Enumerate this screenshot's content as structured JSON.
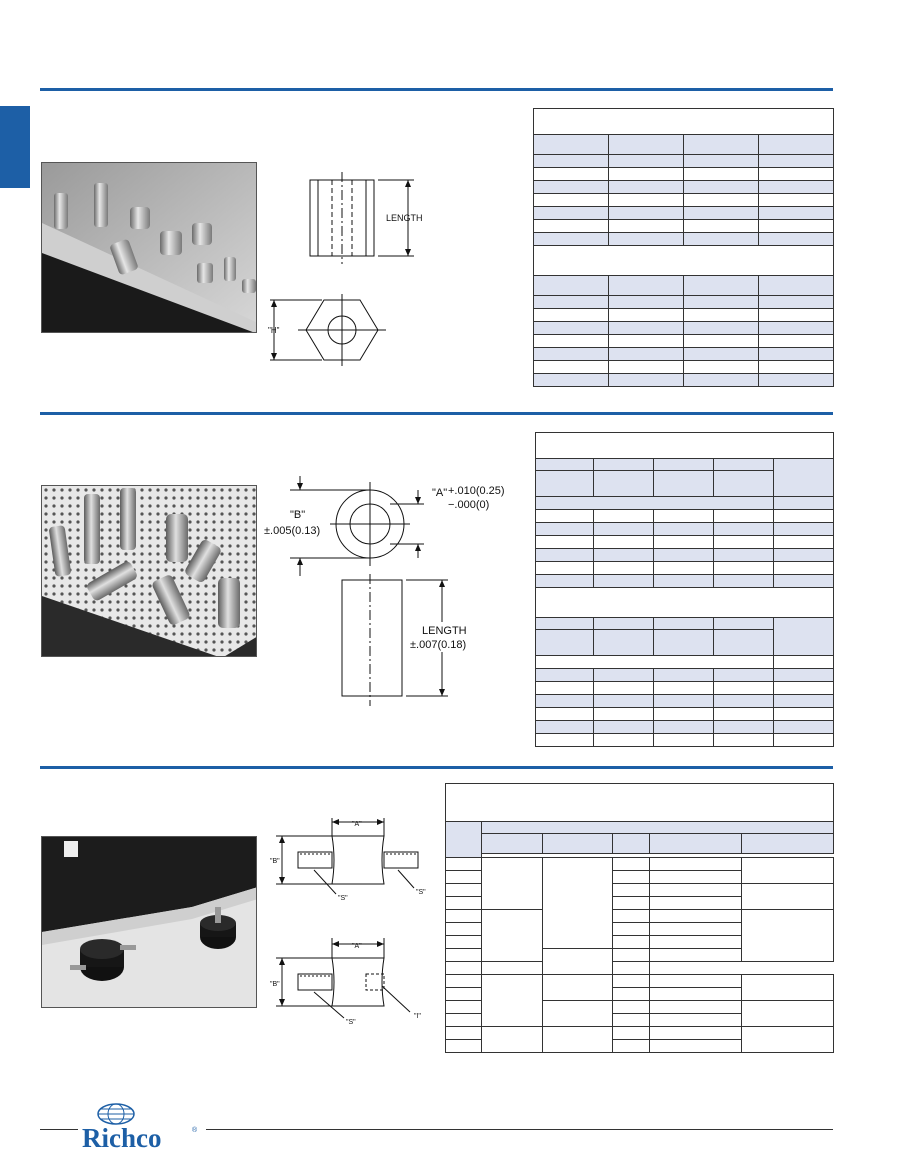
{
  "brand": {
    "name": "Richco",
    "registered_mark": "®",
    "color": "#1d5fa6"
  },
  "colors": {
    "rule": "#1d5fa6",
    "table_shade": "#dde2f0"
  },
  "section1": {
    "diagram": {
      "length_label": "LENGTH",
      "h_label": "\"H\""
    }
  },
  "section2": {
    "diagram": {
      "a_label": "\"A\"",
      "a_tol_plus": "+.010(0.25)",
      "a_tol_minus": "−.000(0)",
      "b_label": "\"B\"",
      "b_tol": "±.005(0.13)",
      "length_label": "LENGTH",
      "length_tol": "±.007(0.18)"
    }
  },
  "section3": {
    "diagram_top": {
      "a_label": "\"A\"",
      "b_label": "\"B\"",
      "s_left": "\"S\"",
      "s_right": "\"S\""
    },
    "diagram_bottom": {
      "a_label": "\"A\"",
      "b_label": "\"B\"",
      "s_label": "\"S\"",
      "i_label": "\"I\""
    }
  }
}
